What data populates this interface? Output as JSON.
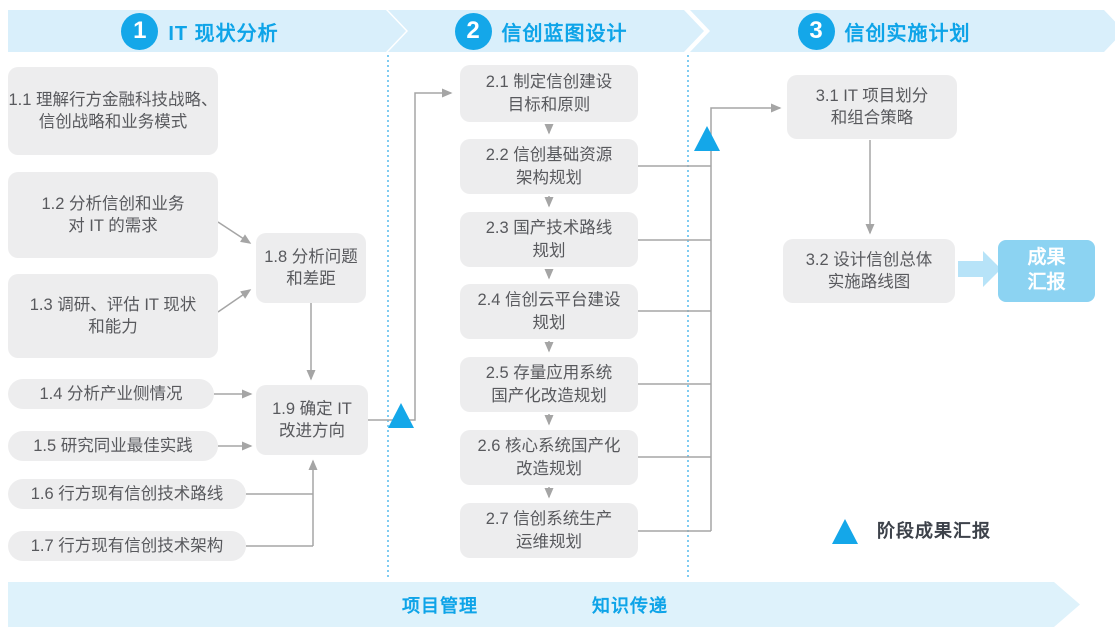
{
  "banners": [
    {
      "number": "1",
      "title": "IT 现状分析"
    },
    {
      "number": "2",
      "title": "信创蓝图设计"
    },
    {
      "number": "3",
      "title": "信创实施计划"
    }
  ],
  "phase1_boxes": [
    {
      "label": "1.1 理解行方金融科技战略、\n信创战略和业务模式"
    },
    {
      "label": "1.2 分析信创和业务\n对 IT 的需求"
    },
    {
      "label": "1.3 调研、评估 IT 现状\n和能力"
    },
    {
      "label": "1.4 分析产业侧情况"
    },
    {
      "label": "1.5 研究同业最佳实践"
    },
    {
      "label": "1.6 行方现有信创技术路线"
    },
    {
      "label": "1.7 行方现有信创技术架构"
    },
    {
      "label": "1.8 分析问题\n和差距"
    },
    {
      "label": "1.9 确定 IT\n改进方向"
    }
  ],
  "phase2_boxes": [
    {
      "label": "2.1 制定信创建设\n目标和原则"
    },
    {
      "label": "2.2 信创基础资源\n架构规划"
    },
    {
      "label": "2.3 国产技术路线\n规划"
    },
    {
      "label": "2.4 信创云平台建设\n规划"
    },
    {
      "label": "2.5 存量应用系统\n国产化改造规划"
    },
    {
      "label": "2.6 核心系统国产化\n改造规划"
    },
    {
      "label": "2.7 信创系统生产\n运维规划"
    }
  ],
  "phase3_boxes": [
    {
      "label": "3.1 IT 项目划分\n和组合策略"
    },
    {
      "label": "3.2 设计信创总体\n实施路线图"
    }
  ],
  "result_box": {
    "label": "成果\n汇报"
  },
  "bottom_banner": {
    "items": [
      {
        "label": "项目管理"
      },
      {
        "label": "知识传递"
      }
    ]
  },
  "legend": {
    "icon": "milestone-triangle-icon",
    "label": "阶段成果汇报"
  },
  "colors": {
    "accent": "#14a7e9",
    "banner_bg": "#d9effb",
    "banner_text": "#0ea4e8",
    "box_bg": "#ededee",
    "box_text": "#58595d",
    "connector": "#a5a5a5",
    "result_bg": "#8cd3f2",
    "fat_arrow": "#b7e3f8",
    "bottom_banner_bg": "#def2fb"
  }
}
